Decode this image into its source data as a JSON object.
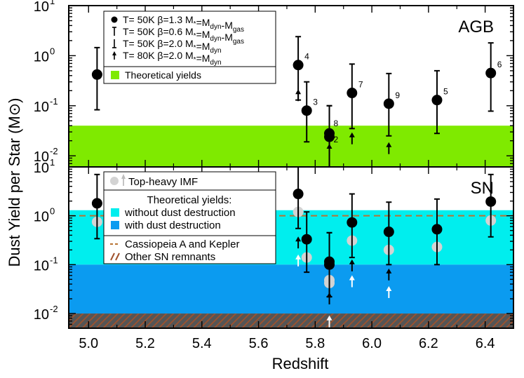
{
  "chart_data": {
    "type": "scatter",
    "ylabel": "Dust Yield per Star (M⊙)",
    "xlabel": "Redshift",
    "xlim": [
      4.93,
      6.5
    ],
    "x_ticks": [
      5.0,
      5.2,
      5.4,
      5.6,
      5.8,
      6.0,
      6.2,
      6.4
    ],
    "x_tick_labels": [
      "5.0",
      "5.2",
      "5.4",
      "5.6",
      "5.8",
      "6.0",
      "6.2",
      "6.4"
    ],
    "y_scale": "log",
    "panels": [
      {
        "name": "AGB",
        "ylim": [
          0.006,
          10
        ],
        "y_ticks": [
          0.01,
          0.1,
          1,
          10
        ],
        "y_tick_labels": [
          {
            "base": "10",
            "exp": "-2"
          },
          {
            "base": "10",
            "exp": "-1"
          },
          {
            "base": "10",
            "exp": "0"
          },
          {
            "base": "10",
            "exp": "1"
          }
        ],
        "bands": [
          {
            "label": "Theoretical yields",
            "y0": 0.006,
            "y1": 0.04,
            "color": "#7fea00"
          }
        ],
        "points": [
          {
            "id": "1",
            "x": 5.03,
            "y": 0.42,
            "lo": 0.083,
            "hi": 1.45,
            "color": "#000000"
          },
          {
            "id": "4",
            "x": 5.74,
            "y": 0.65,
            "lo": 0.13,
            "hi": 2.4,
            "color": "#000000"
          },
          {
            "id": "3",
            "x": 5.77,
            "y": 0.08,
            "lo": 0.019,
            "hi": 0.3,
            "color": "#000000"
          },
          {
            "id": "8",
            "x": 5.85,
            "y": 0.028,
            "lo": 0.0055,
            "hi": 0.1,
            "color": "#000000"
          },
          {
            "id": "2",
            "x": 5.85,
            "y": 0.024,
            "lo": 0.0055,
            "hi": 0.1,
            "color": "#000000"
          },
          {
            "id": "7",
            "x": 5.93,
            "y": 0.18,
            "lo": 0.035,
            "hi": 0.68,
            "color": "#000000"
          },
          {
            "id": "9",
            "x": 6.06,
            "y": 0.11,
            "lo": 0.025,
            "hi": 0.44,
            "color": "#000000"
          },
          {
            "id": "5",
            "x": 6.23,
            "y": 0.13,
            "lo": 0.028,
            "hi": 0.5,
            "color": "#000000"
          },
          {
            "id": "6",
            "x": 6.42,
            "y": 0.45,
            "lo": 0.078,
            "hi": 1.8,
            "color": "#000000"
          }
        ],
        "arrows": [
          {
            "x": 5.74,
            "y": 0.16,
            "color": "#000000"
          },
          {
            "x": 5.85,
            "y": 0.013,
            "color": "#000000"
          },
          {
            "x": 5.93,
            "y": 0.022,
            "color": "#000000"
          },
          {
            "x": 6.06,
            "y": 0.014,
            "color": "#000000"
          }
        ],
        "legend": {
          "lines": [
            {
              "marker": "dot",
              "t": "T= 50K β=1.3 M",
              "s1": "*",
              "t2": "=M",
              "s2": "dyn",
              "t3": "-M",
              "s3": "gas"
            },
            {
              "marker": "tee-up",
              "t": "T= 50K β=0.6 M",
              "s1": "*",
              "t2": "=M",
              "s2": "dyn",
              "t3": "-M",
              "s3": "gas"
            },
            {
              "marker": "tee-down",
              "t": "T= 50K β=2.0 M",
              "s1": "*",
              "t2": "=M",
              "s2": "dyn",
              "t3": "",
              "s3": ""
            },
            {
              "marker": "arrow",
              "t": "T= 80K β=2.0 M",
              "s1": "*",
              "t2": "=M",
              "s2": "dyn",
              "t3": "",
              "s3": ""
            }
          ],
          "band_label": "Theoretical yields"
        }
      },
      {
        "name": "SN",
        "ylim": [
          0.005,
          10
        ],
        "y_ticks": [
          0.01,
          0.1,
          1,
          10
        ],
        "y_tick_labels": [
          {
            "base": "10",
            "exp": "-2"
          },
          {
            "base": "10",
            "exp": "-1"
          },
          {
            "base": "10",
            "exp": "0"
          },
          {
            "base": "10",
            "exp": "1"
          }
        ],
        "bands": [
          {
            "label": "without dust destruction",
            "y0": 0.1,
            "y1": 1.3,
            "color": "#00eeee"
          },
          {
            "label": "with dust destruction",
            "y0": 0.01,
            "y1": 0.1,
            "color": "#0b9bf0"
          }
        ],
        "hatch": {
          "label": "Other SN remnants",
          "y0": 0.005,
          "y1": 0.01,
          "color": "#a0522d"
        },
        "dashed_line": {
          "label": "Cassiopeia A and Kepler",
          "y": 1.0,
          "color": "#b87333"
        },
        "points": [
          {
            "x": 5.03,
            "y": 1.8,
            "lo": 0.34,
            "hi": 7.0,
            "color": "#000000"
          },
          {
            "x": 5.74,
            "y": 2.8,
            "lo": 0.55,
            "hi": 10.0,
            "color": "#000000"
          },
          {
            "x": 5.77,
            "y": 0.33,
            "lo": 0.07,
            "hi": 1.2,
            "color": "#000000"
          },
          {
            "x": 5.85,
            "y": 0.115,
            "lo": 0.022,
            "hi": 0.45,
            "color": "#000000"
          },
          {
            "x": 5.85,
            "y": 0.1,
            "lo": 0.022,
            "hi": 0.45,
            "color": "#000000"
          },
          {
            "x": 5.93,
            "y": 0.73,
            "lo": 0.14,
            "hi": 2.8,
            "color": "#000000"
          },
          {
            "x": 6.06,
            "y": 0.47,
            "lo": 0.1,
            "hi": 1.9,
            "color": "#000000"
          },
          {
            "x": 6.23,
            "y": 0.53,
            "lo": 0.1,
            "hi": 2.2,
            "color": "#000000"
          },
          {
            "x": 6.42,
            "y": 1.95,
            "lo": 0.37,
            "hi": 7.0,
            "color": "#000000"
          }
        ],
        "imf_points": [
          {
            "x": 5.03,
            "y": 0.75,
            "color": "#d3d3d3"
          },
          {
            "x": 5.74,
            "y": 1.2,
            "color": "#d3d3d3"
          },
          {
            "x": 5.77,
            "y": 0.14,
            "color": "#d3d3d3"
          },
          {
            "x": 5.85,
            "y": 0.048,
            "color": "#d3d3d3"
          },
          {
            "x": 5.85,
            "y": 0.042,
            "color": "#d3d3d3"
          },
          {
            "x": 5.93,
            "y": 0.31,
            "color": "#d3d3d3"
          },
          {
            "x": 6.06,
            "y": 0.2,
            "color": "#d3d3d3"
          },
          {
            "x": 6.23,
            "y": 0.23,
            "color": "#d3d3d3"
          },
          {
            "x": 6.42,
            "y": 0.8,
            "color": "#d3d3d3"
          }
        ],
        "arrows": [
          {
            "x": 5.74,
            "y": 0.28,
            "color": "#000000"
          },
          {
            "x": 5.85,
            "y": 0.02,
            "color": "#000000"
          },
          {
            "x": 5.93,
            "y": 0.095,
            "color": "#000000"
          },
          {
            "x": 6.06,
            "y": 0.062,
            "color": "#000000"
          },
          {
            "x": 5.74,
            "y": 0.12,
            "color": "#ffffff"
          },
          {
            "x": 5.85,
            "y": 0.0068,
            "color": "#ffffff"
          },
          {
            "x": 5.93,
            "y": 0.045,
            "color": "#ffffff"
          },
          {
            "x": 6.06,
            "y": 0.027,
            "color": "#ffffff"
          }
        ],
        "legend": {
          "imf_label": "Top-heavy IMF",
          "header": "Theoretical yields:",
          "band1_label": "without dust destruction",
          "band2_label": "with dust destruction",
          "dash_label": "Cassiopeia A and Kepler",
          "hatch_label": "Other SN remnants"
        }
      }
    ]
  }
}
